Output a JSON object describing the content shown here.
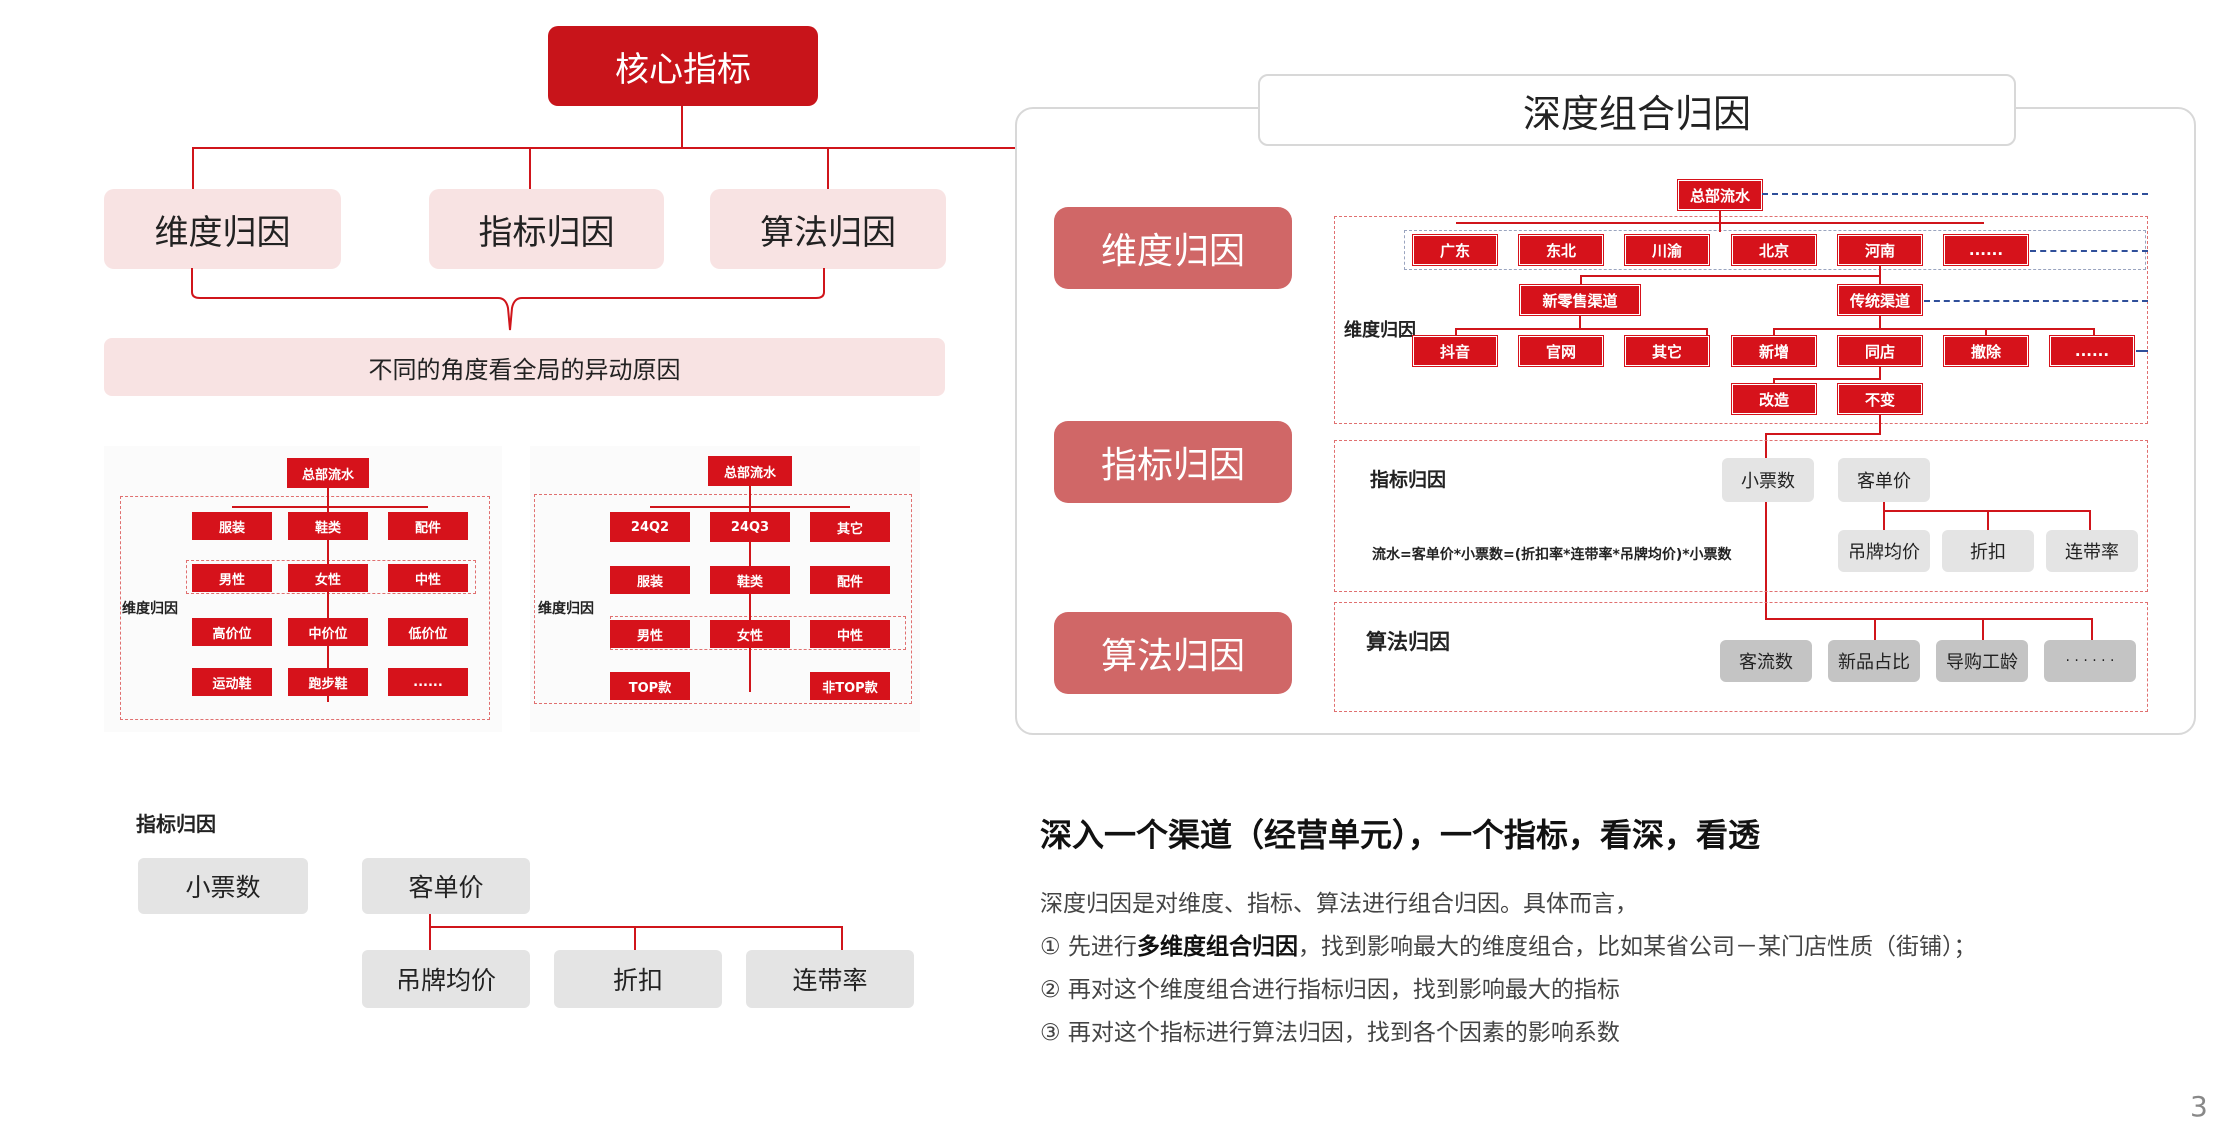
{
  "core": {
    "label": "核心指标"
  },
  "top_branches": [
    {
      "label": "维度归因"
    },
    {
      "label": "指标归因"
    },
    {
      "label": "算法归因"
    }
  ],
  "summary_bar": "不同的角度看全局的异动原因",
  "thumb1": {
    "root": "总部流水",
    "row1": [
      "服装",
      "鞋类",
      "配件"
    ],
    "row2": [
      "男性",
      "女性",
      "中性"
    ],
    "row3": [
      "高价位",
      "中价位",
      "低价位"
    ],
    "row4": [
      "运动鞋",
      "跑步鞋",
      "......"
    ],
    "side_label": "维度归因"
  },
  "thumb2": {
    "root": "总部流水",
    "row1": [
      "24Q2",
      "24Q3",
      "其它"
    ],
    "row2": [
      "服装",
      "鞋类",
      "配件"
    ],
    "row3": [
      "男性",
      "女性",
      "中性"
    ],
    "row4": [
      "TOP款",
      "非TOP款"
    ],
    "side_label": "维度归因"
  },
  "indicator_section": {
    "title": "指标归因",
    "level1": [
      "小票数",
      "客单价"
    ],
    "level2": [
      "吊牌均价",
      "折扣",
      "连带率"
    ]
  },
  "deep": {
    "title": "深度组合归因",
    "left_buttons": [
      "维度归因",
      "指标归因",
      "算法归因"
    ],
    "root": "总部流水",
    "regions": [
      "广东",
      "东北",
      "川渝",
      "北京",
      "河南",
      "......"
    ],
    "channels": [
      "新零售渠道",
      "传统渠道"
    ],
    "sub_new": [
      "抖音",
      "官网",
      "其它"
    ],
    "sub_trad": [
      "新增",
      "同店",
      "撤除",
      "......"
    ],
    "sub_store": [
      "改造",
      "不变"
    ],
    "dim_label": "维度归因",
    "ind_label": "指标归因",
    "ind_nodes": [
      "小票数",
      "客单价"
    ],
    "ind_sub": [
      "吊牌均价",
      "折扣",
      "连带率"
    ],
    "formula": "流水=客单价*小票数=(折扣率*连带率*吊牌均价)*小票数",
    "alg_label": "算法归因",
    "alg_nodes": [
      "客流数",
      "新品占比",
      "导购工龄",
      "· · · · · ·"
    ]
  },
  "text": {
    "heading": "深入一个渠道（经营单元），一个指标，看深，看透",
    "intro": "深度归因是对维度、指标、算法进行组合归因。具体而言，",
    "step1_prefix": "① 先进行",
    "step1_bold": "多维度组合归因",
    "step1_suffix": "，找到影响最大的维度组合，比如某省公司－某门店性质（街铺）；",
    "step2": "② 再对这个维度组合进行指标归因，找到影响最大的指标",
    "step3": "③ 再对这个指标进行算法归因，找到各个因素的影响系数"
  },
  "page_number": "3"
}
